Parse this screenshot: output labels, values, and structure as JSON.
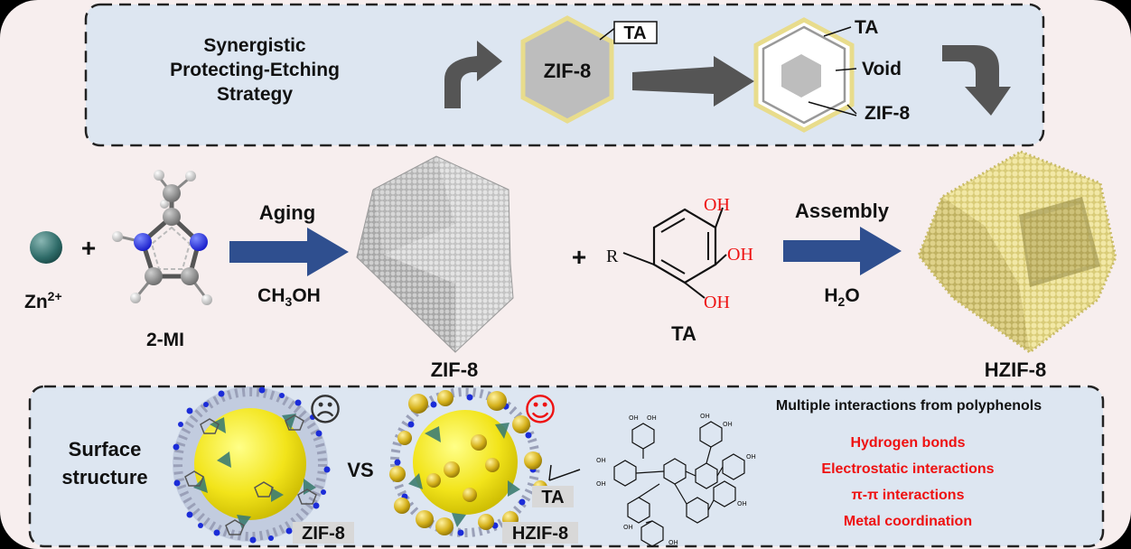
{
  "colors": {
    "canvas": "#f7eeee",
    "panel": "#dde6f1",
    "arrow_blue": "#2f4f8f",
    "arrow_gray": "#555555",
    "shell_yellow": "#e8dc8c",
    "red": "#ee1111",
    "zif_gray": "#bdbdbd"
  },
  "top_panel": {
    "strategy_line1": "Synergistic",
    "strategy_line2": "Protecting-Etching",
    "strategy_line3": "Strategy",
    "ta_box_label": "TA",
    "zif_hex_label": "ZIF-8",
    "ta_label": "TA",
    "void_label": "Void",
    "zif_label": "ZIF-8"
  },
  "middle": {
    "zn_label": "Zn",
    "zn_superscript": "2+",
    "plus1": "+",
    "mi_label": "2-MI",
    "aging_label": "Aging",
    "methanol": {
      "main": "CH",
      "sub": "3",
      "rest": "OH"
    },
    "zif_label": "ZIF-8",
    "plus2": "+",
    "ta_r": "R",
    "ta_oh": [
      "OH",
      "OH",
      "OH"
    ],
    "ta_label": "TA",
    "assembly_label": "Assembly",
    "water": {
      "main": "H",
      "sub": "2",
      "rest": "O"
    },
    "hzif_label": "HZIF-8"
  },
  "bottom_panel": {
    "surface_line1": "Surface",
    "surface_line2": "structure",
    "vs_label": "VS",
    "zif_tag": "ZIF-8",
    "hzif_tag": "HZIF-8",
    "ta_tag": "TA",
    "sad_face": "☹",
    "happy_face": "☺",
    "interactions_title": "Multiple interactions from polyphenols",
    "interactions": [
      "Hydrogen bonds",
      "Electrostatic interactions",
      "π-π interactions",
      "Metal coordination"
    ],
    "mol_oh": "OH"
  }
}
